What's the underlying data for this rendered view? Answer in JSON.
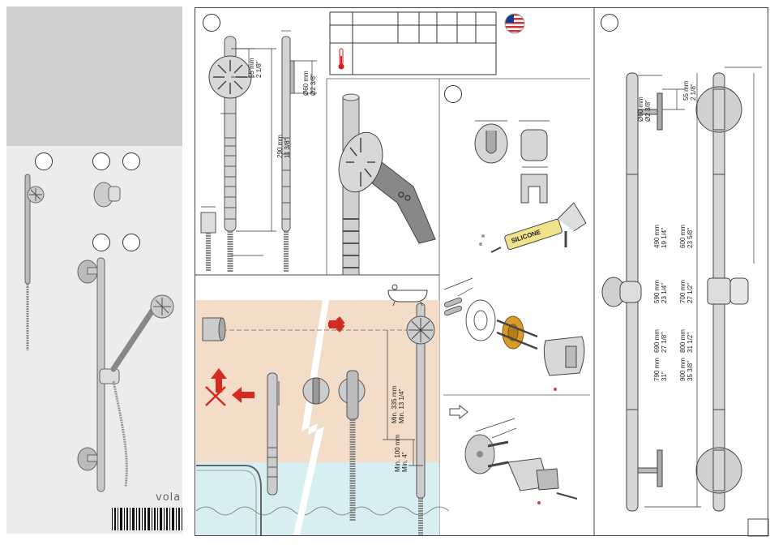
{
  "brand": "vola",
  "silicone": "SILICONE",
  "dims": {
    "rose_offset_mm": "55 mm",
    "rose_offset_in": "2 1/8\"",
    "rose_dia_mm": "Ø60 mm",
    "rose_dia_in": "Ø2 3/8\"",
    "handle_len_mm": "290 mm",
    "handle_len_in": "11 3/8\"",
    "min335_mm": "Min. 335 mm",
    "min335_in": "Min. 13 1/4\"",
    "min100_mm": "Min. 100 mm",
    "min100_in": "Min. 4\"",
    "bar_offset_mm": "55 mm",
    "bar_offset_in": "2 1/8\"",
    "bar_dia_mm": "Ø60 mm",
    "bar_dia_in": "Ø2 3/8\"",
    "bar_lengths": [
      {
        "a_mm": "490 mm",
        "a_in": "19 1/4\"",
        "b_mm": "600 mm",
        "b_in": "23 5/8\""
      },
      {
        "a_mm": "590 mm",
        "a_in": "23 1/4\"",
        "b_mm": "700 mm",
        "b_in": "27 1/2\""
      },
      {
        "a_mm": "690 mm",
        "a_in": "27 1/8\"",
        "b_mm": "800 mm",
        "b_in": "31 1/2\""
      },
      {
        "a_mm": "790 mm",
        "a_in": "31\"",
        "b_mm": "900 mm",
        "b_in": "35 3/8\""
      }
    ]
  },
  "colors": {
    "wall": "#f3dcc8",
    "water": "#d7eef2",
    "arrow": "#d42a22",
    "panel": "#ececec",
    "panel_top": "#cfcfcf"
  }
}
